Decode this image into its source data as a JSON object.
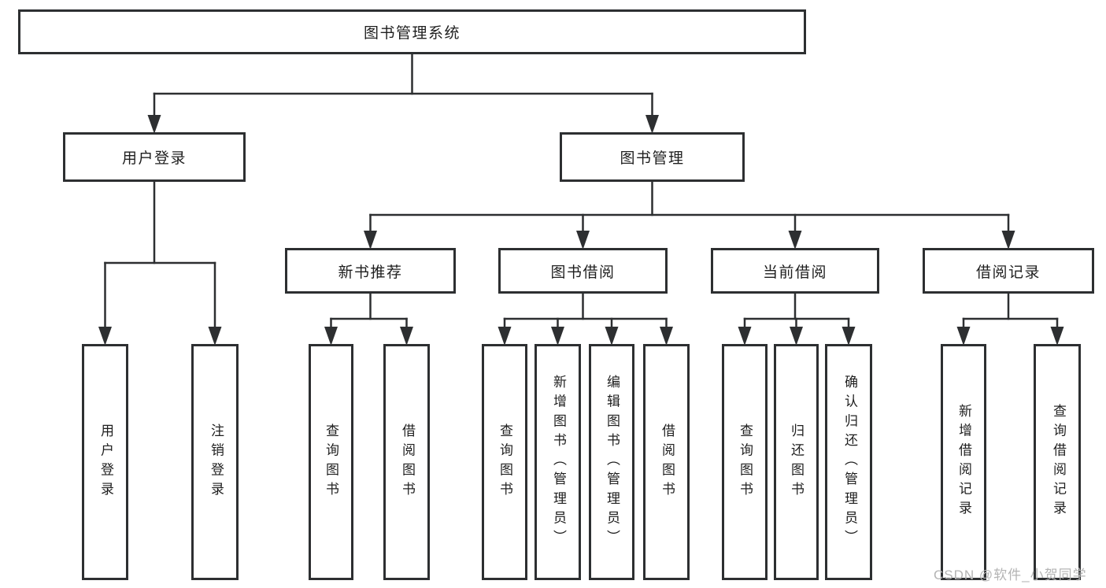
{
  "diagram": {
    "title": "图书管理系统",
    "nodes": [
      {
        "label": "图书管理系统",
        "parent": null
      },
      {
        "label": "用户登录",
        "parent": 0
      },
      {
        "label": "图书管理",
        "parent": 0
      },
      {
        "label": "新书推荐",
        "parent": 2
      },
      {
        "label": "图书借阅",
        "parent": 2
      },
      {
        "label": "当前借阅",
        "parent": 2
      },
      {
        "label": "借阅记录",
        "parent": 2
      },
      {
        "label": "用户登录",
        "parent": 1
      },
      {
        "label": "注销登录",
        "parent": 1
      },
      {
        "label": "查询图书",
        "parent": 3
      },
      {
        "label": "借阅图书",
        "parent": 3
      },
      {
        "label": "查询图书",
        "parent": 4
      },
      {
        "label": "新增图书（管理员）",
        "parent": 4
      },
      {
        "label": "编辑图书（管理员）",
        "parent": 4
      },
      {
        "label": "借阅图书",
        "parent": 4
      },
      {
        "label": "查询图书",
        "parent": 5
      },
      {
        "label": "归还图书",
        "parent": 5
      },
      {
        "label": "确认归还（管理员）",
        "parent": 5
      },
      {
        "label": "新增借阅记录",
        "parent": 6
      },
      {
        "label": "查询借阅记录",
        "parent": 6
      }
    ]
  },
  "watermark": "CSDN @软件_小贺同学",
  "colors": {
    "line": "#2d2f31",
    "text": "#1f1f1f",
    "watermark": "#b4b4b4"
  }
}
